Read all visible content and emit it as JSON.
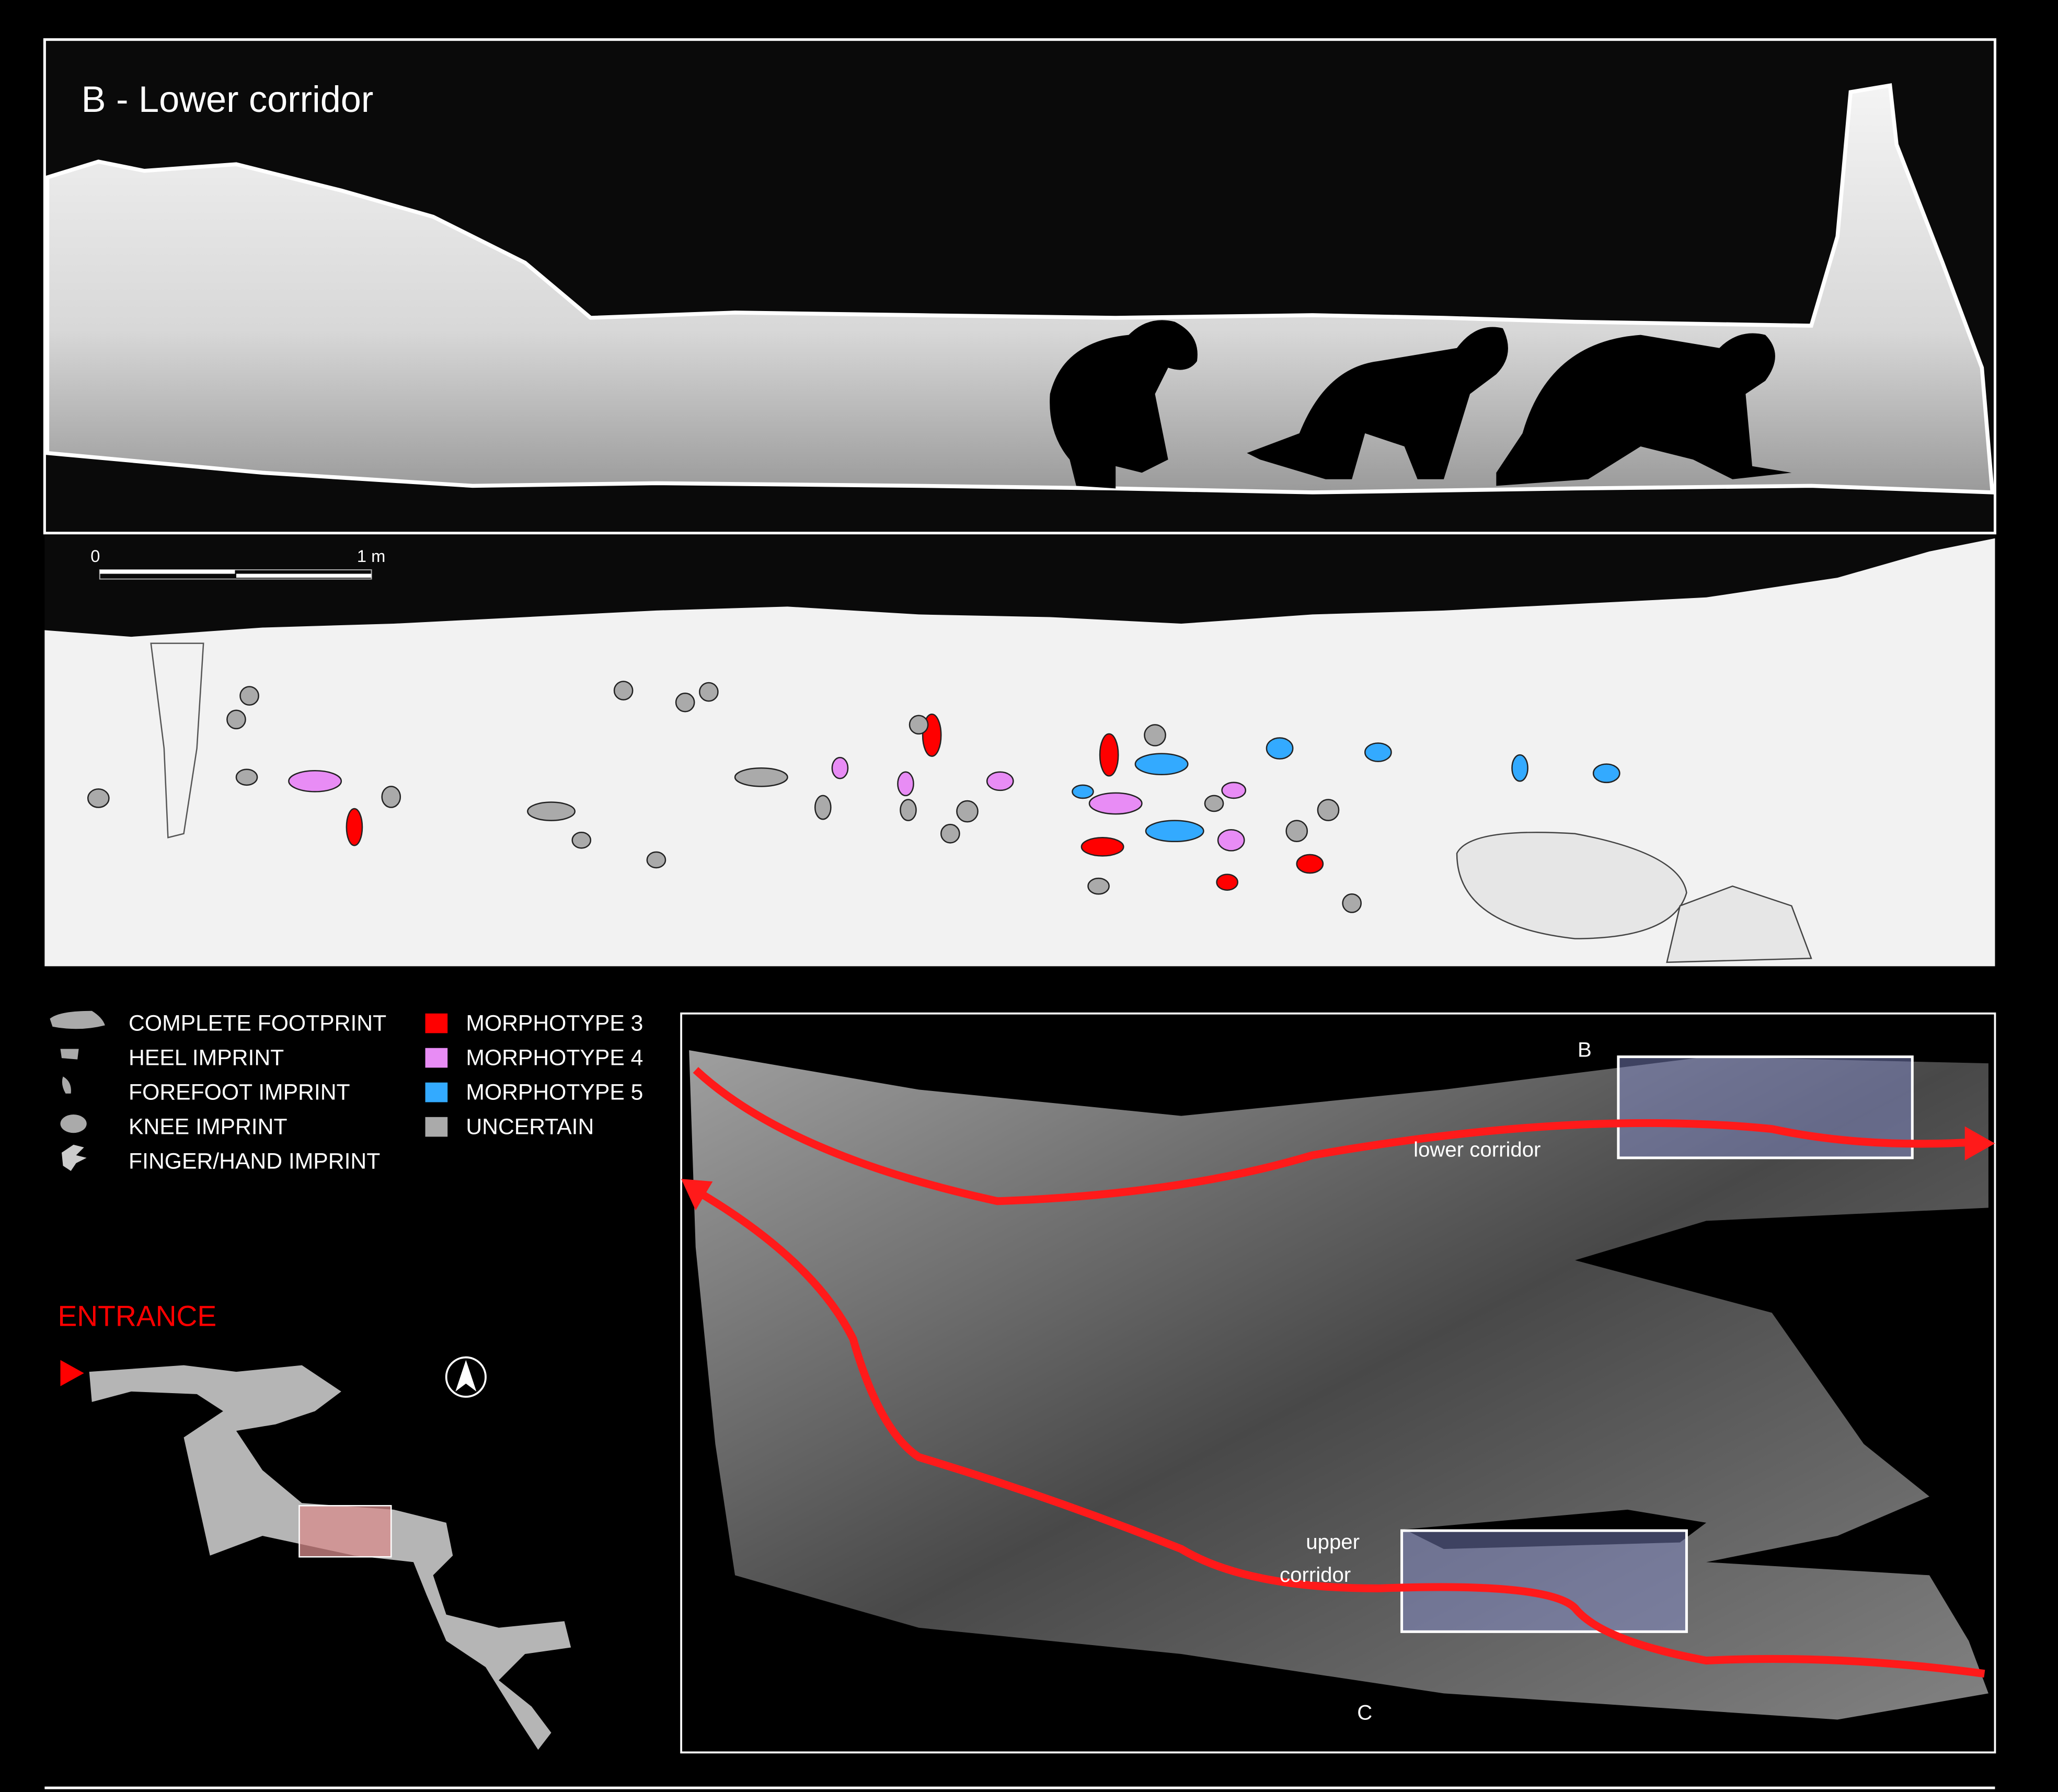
{
  "panel_title": "B -  Lower corridor",
  "scale_bar": {
    "start_label": "0",
    "end_label": "1 m"
  },
  "legend": {
    "imprint_types": [
      {
        "label": "COMPLETE FOOTPRINT",
        "icon": "complete-footprint-icon"
      },
      {
        "label": "HEEL IMPRINT",
        "icon": "heel-imprint-icon"
      },
      {
        "label": "FOREFOOT IMPRINT",
        "icon": "forefoot-imprint-icon"
      },
      {
        "label": "KNEE IMPRINT",
        "icon": "knee-imprint-icon"
      },
      {
        "label": "FINGER/HAND IMPRINT",
        "icon": "hand-imprint-icon"
      }
    ],
    "morphotypes": [
      {
        "label": "MORPHOTYPE 3",
        "color": "#ff0000"
      },
      {
        "label": "MORPHOTYPE 4",
        "color": "#e88cf5"
      },
      {
        "label": "MORPHOTYPE 5",
        "color": "#33aaff"
      },
      {
        "label": "UNCERTAIN",
        "color": "#aaaaaa"
      }
    ]
  },
  "location_map": {
    "entrance_label": "ENTRANCE",
    "north_label": "N"
  },
  "overview_map": {
    "box_b_label": "B",
    "box_c_label": "C",
    "lower_corridor_label": "lower corridor",
    "upper_corridor_label_line1": "upper",
    "upper_corridor_label_line2": "corridor"
  },
  "colors": {
    "path": "#ff1a1a",
    "accent_red": "#ff0000"
  }
}
